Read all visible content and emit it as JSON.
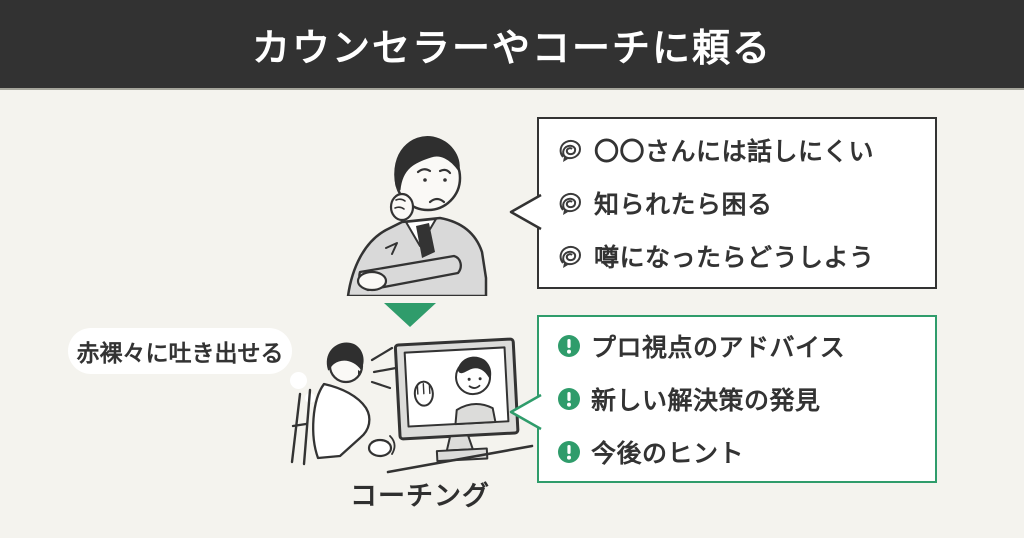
{
  "header": {
    "title": "カウンセラーやコーチに頼る"
  },
  "worry_box": {
    "items": [
      {
        "icon": "tangle-icon",
        "label": "〇〇さんには話しにくい"
      },
      {
        "icon": "tangle-icon",
        "label": "知られたら困る"
      },
      {
        "icon": "tangle-icon",
        "label": "噂になったらどうしよう"
      }
    ]
  },
  "flow_arrow": {
    "direction": "down"
  },
  "thought_bubble": {
    "label": "赤裸々に吐き出せる"
  },
  "benefit_box": {
    "items": [
      {
        "icon": "exclamation-icon",
        "label": "プロ視点のアドバイス"
      },
      {
        "icon": "exclamation-icon",
        "label": "新しい解決策の発見"
      },
      {
        "icon": "exclamation-icon",
        "label": "今後のヒント"
      }
    ]
  },
  "coaching_caption": {
    "label": "コーチング"
  },
  "colors": {
    "header_bg": "#323232",
    "background": "#f4f3ee",
    "accent_green": "#2f9c6b",
    "text": "#333333",
    "illustration_gray": "#d9d9d9"
  }
}
